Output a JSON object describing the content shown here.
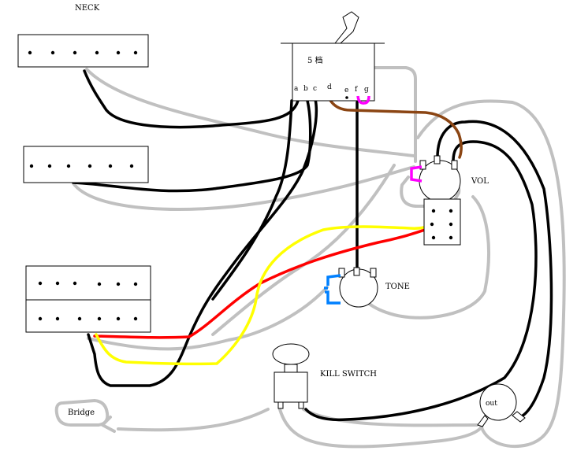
{
  "labels": {
    "neck": "NECK",
    "switch_positions": "5  档",
    "lug_a": "a",
    "lug_b": "b",
    "lug_c": "c",
    "lug_d": "d",
    "lug_e": "e",
    "lug_f": "f",
    "lug_g": "g",
    "vol": "VOL",
    "tone": "TONE",
    "kill_switch": "KILL SWITCH",
    "out": "out",
    "bridge": "Bridge"
  },
  "colors": {
    "ground_wire": "#c0c0c0",
    "hot_wire": "#000000",
    "yellow_wire": "#ffff00",
    "red_wire": "#ff0000",
    "brown_wire": "#8b4513",
    "capacitor_magenta": "#ff00ff",
    "capacitor_blue": "#0080ff"
  }
}
